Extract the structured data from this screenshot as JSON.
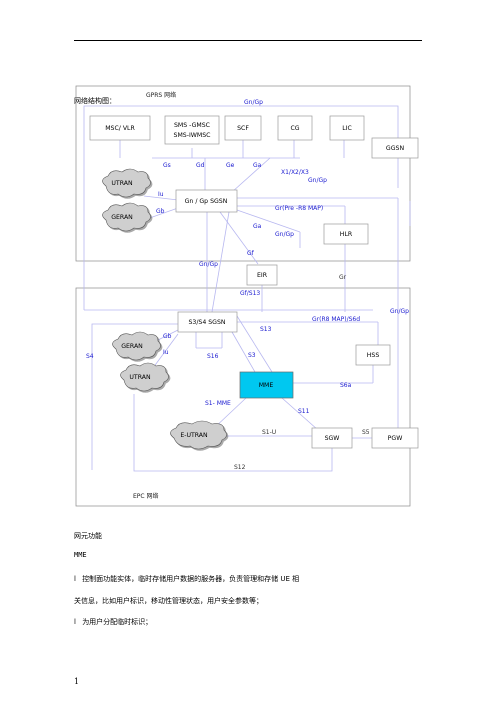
{
  "doc": {
    "section_title": "网络结构图：",
    "function_heading": "网元功能",
    "mme_heading": "MME",
    "bullet_marker": "l",
    "line1": "控制面功能实体，临时存储用户数据的服务器，负责管理和存储 UE 相",
    "line2": "关信息，比如用户标识，移动性管理状态，用户安全参数等；",
    "line3": "为用户分配临时标识；",
    "page_number": "1"
  },
  "diagram": {
    "regions": {
      "gprs": "GPRS  网络",
      "epc": "EPC  网络"
    },
    "nodes": {
      "msc_vlr": "MSC/ VLR",
      "sms_gmsc_1": "SMS -GMSC",
      "sms_gmsc_2": "SMS-IWMSC",
      "scf": "SCF",
      "cg": "CG",
      "lic": "LIC",
      "ggsn": "GGSN",
      "gn_gp_sgsn": "Gn / Gp SGSN",
      "hlr": "HLR",
      "eir": "EIR",
      "s3s4_sgsn": "S3/S4  SGSN",
      "mme": "MME",
      "hss": "HSS",
      "sgw": "SGW",
      "pgw": "PGW"
    },
    "clouds": {
      "utran_top": "UTRAN",
      "geran_top": "GERAN",
      "geran_bottom": "GERAN",
      "utran_bottom": "UTRAN",
      "e_utran": "E-UTRAN"
    },
    "interfaces": {
      "gn_gp_top": "Gn/Gp",
      "gs": "Gs",
      "gd": "Gd",
      "ge": "Ge",
      "ga_top": "Ga",
      "x1x2x3": "X1/X2/X3",
      "gn_gp_right": "Gn/Gp",
      "iu_top": "Iu",
      "gb_top": "Gb",
      "gr_pre": "Gr(Pre -R8 MAP)",
      "ga_mid": "Ga",
      "gn_gp_mid": "Gn/Gp",
      "gf": "Gf",
      "gn_gp_left": "Gn/Gp",
      "gr": "Gr",
      "gf_s13": "Gf/S13",
      "gn_gp_far_right": "Gn/Gp",
      "gr_r8": "Gr(R8 MAP)/S6d",
      "s13": "S13",
      "gb_bottom": "Gb",
      "iu_bottom": "Iu",
      "s4": "S4",
      "s16": "S16",
      "s3": "S3",
      "s6a": "S6a",
      "s1_mme": "S1- MME",
      "s11": "S11",
      "s5": "S5",
      "s1_u": "S1-U",
      "s12": "S12"
    }
  },
  "colors": {
    "interface_label": "#1a1ad0",
    "link_line": "#b8b8f0",
    "mme_fill": "#00c8f0",
    "box_border": "#9a9a9a",
    "region_border": "#8a8a8a",
    "cloud_fill": "#cfcfcf"
  }
}
